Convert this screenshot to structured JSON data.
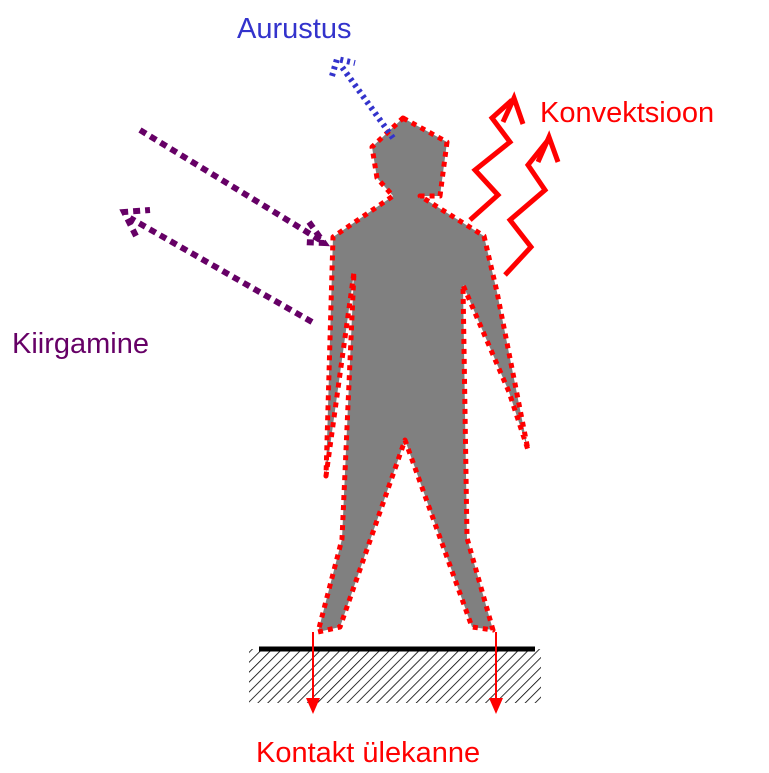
{
  "labels": {
    "evaporation": "Aurustus",
    "convection": "Konvektsioon",
    "radiation": "Kiirgamine",
    "contact": "Kontakt ülekanne"
  },
  "colors": {
    "evaporation": "#3333cc",
    "convection": "#ff0000",
    "radiation": "#660066",
    "contact": "#ff0000",
    "body_fill": "#808080",
    "body_outline": "#ff0000",
    "ground_line": "#000000",
    "ground_hatch": "#000000"
  },
  "icons": {
    "figure": "human-silhouette",
    "ground": "hatched-ground"
  }
}
